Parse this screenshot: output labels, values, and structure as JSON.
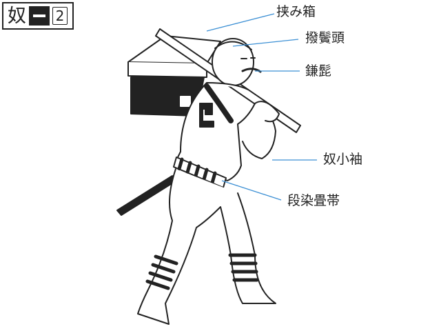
{
  "badge": {
    "kanji": "奴",
    "number": "2"
  },
  "labels": {
    "hasamibako": "挟み箱",
    "bachibinatama": "撥鬢頭",
    "kamahige": "鎌髭",
    "yakkokosode": "奴小袖",
    "dansome_tatamiobi": "段染畳帯"
  },
  "colors": {
    "leader_line": "#3b8fd4",
    "ink": "#222222"
  }
}
